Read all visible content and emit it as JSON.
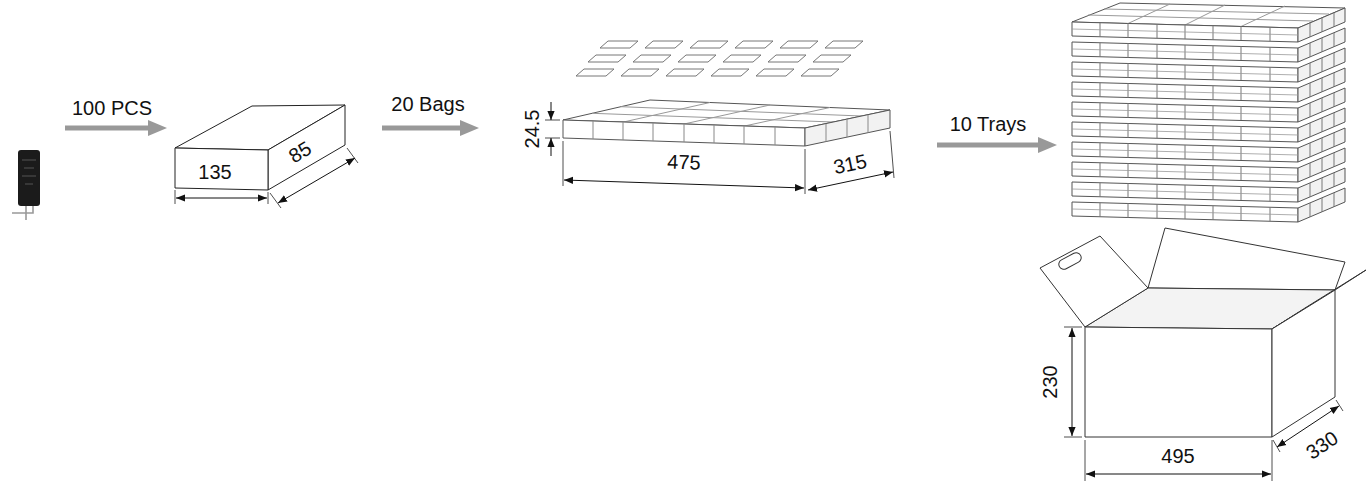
{
  "diagram": {
    "labels": [
      "100 PCS",
      "135",
      "85",
      "20 Bags",
      "24.5",
      "475",
      "315",
      "10 Trays",
      "230",
      "495",
      "330"
    ]
  }
}
